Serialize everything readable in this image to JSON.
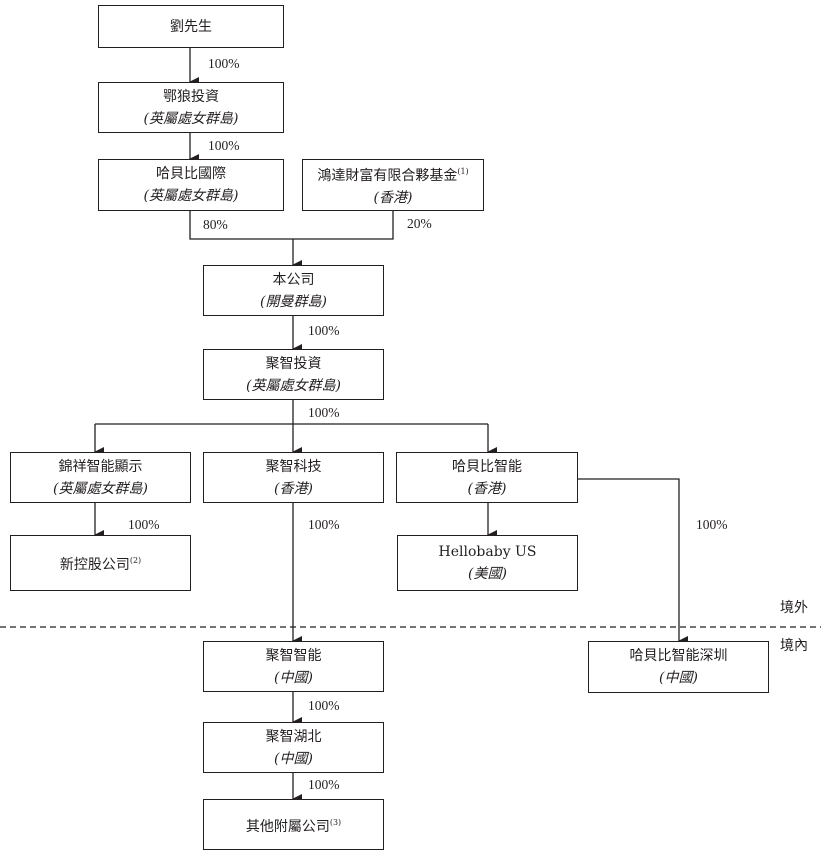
{
  "nodes": {
    "liu": {
      "name": "劉先生",
      "sub": ""
    },
    "elang": {
      "name": "鄂狼投資",
      "sub": "(英屬處女群島)"
    },
    "habeibi_intl": {
      "name": "哈貝比國際",
      "sub": "(英屬處女群島)"
    },
    "hongda": {
      "name": "鴻達財富有限合夥基金",
      "note": "(1)",
      "sub": "(香港)"
    },
    "company": {
      "name": "本公司",
      "sub": "(開曼群島)"
    },
    "juzhi_invest": {
      "name": "聚智投資",
      "sub": "(英屬處女群島)"
    },
    "jinxiang": {
      "name": "錦祥智能顯示",
      "sub": "(英屬處女群島)"
    },
    "juzhi_tech": {
      "name": "聚智科技",
      "sub": "(香港)"
    },
    "habeibi_smart": {
      "name": "哈貝比智能",
      "sub": "(香港)"
    },
    "new_holdco": {
      "name": "新控股公司",
      "note": "(2)",
      "sub": ""
    },
    "hellobaby_us": {
      "name": "Hellobaby US",
      "sub": "(美國)"
    },
    "juzhi_smart": {
      "name": "聚智智能",
      "sub": "(中國)"
    },
    "habeibi_sz": {
      "name": "哈貝比智能深圳",
      "sub": "(中國)"
    },
    "juzhi_hubei": {
      "name": "聚智湖北",
      "sub": "(中國)"
    },
    "other_subs": {
      "name": "其他附屬公司",
      "note": "(3)",
      "sub": ""
    }
  },
  "percentages": {
    "liu_elang": "100%",
    "elang_habeibi": "100%",
    "habeibi_company": "80%",
    "hongda_company": "20%",
    "company_juzhi_invest": "100%",
    "juzhi_invest_children": "100%",
    "jinxiang_new_holdco": "100%",
    "juzhi_tech_juzhi_smart": "100%",
    "habeibi_smart_sz": "100%",
    "juzhi_smart_hubei": "100%",
    "hubei_other": "100%"
  },
  "regions": {
    "offshore": "境外",
    "onshore": "境內"
  }
}
